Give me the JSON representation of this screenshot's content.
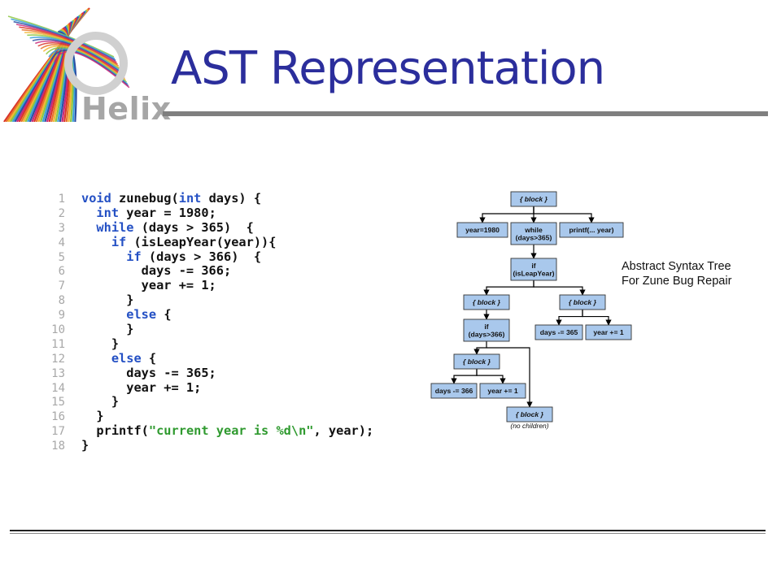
{
  "slide": {
    "title": "AST Representation",
    "logo_text": "Helix"
  },
  "code": {
    "lines": [
      {
        "num": "1",
        "text": "void zunebug(int days) {"
      },
      {
        "num": "2",
        "text": "  int year = 1980;"
      },
      {
        "num": "3",
        "text": "  while (days > 365)  {"
      },
      {
        "num": "4",
        "text": "    if (isLeapYear(year)){"
      },
      {
        "num": "5",
        "text": "      if (days > 366)  {"
      },
      {
        "num": "6",
        "text": "        days -= 366;"
      },
      {
        "num": "7",
        "text": "        year += 1;"
      },
      {
        "num": "8",
        "text": "      }"
      },
      {
        "num": "9",
        "text": "      else {"
      },
      {
        "num": "10",
        "text": "      }"
      },
      {
        "num": "11",
        "text": "    }"
      },
      {
        "num": "12",
        "text": "    else {"
      },
      {
        "num": "13",
        "text": "      days -= 365;"
      },
      {
        "num": "14",
        "text": "      year += 1;"
      },
      {
        "num": "15",
        "text": "    }"
      },
      {
        "num": "16",
        "text": "  }"
      },
      {
        "num": "17",
        "text": "  printf(\"current year is %d\\n\", year);"
      },
      {
        "num": "18",
        "text": "}"
      }
    ],
    "keywords": [
      "void",
      "int",
      "while",
      "if",
      "else"
    ]
  },
  "ast": {
    "caption_line1": "Abstract Syntax Tree",
    "caption_line2": "For Zune Bug Repair",
    "no_children_label": "(no children)",
    "nodes": [
      {
        "id": "block-root",
        "lines": [
          "{ block }"
        ],
        "italic": true
      },
      {
        "id": "year-1980",
        "lines": [
          "year=1980"
        ],
        "italic": false
      },
      {
        "id": "while",
        "lines": [
          "while",
          "(days>365)"
        ],
        "italic": false
      },
      {
        "id": "printf",
        "lines": [
          "printf(... year)"
        ],
        "italic": false
      },
      {
        "id": "if-leap",
        "lines": [
          "if",
          "(isLeapYear)"
        ],
        "italic": false
      },
      {
        "id": "block-then",
        "lines": [
          "{ block }"
        ],
        "italic": true
      },
      {
        "id": "block-else",
        "lines": [
          "{ block }"
        ],
        "italic": true
      },
      {
        "id": "days-365",
        "lines": [
          "days -= 365"
        ],
        "italic": false
      },
      {
        "id": "year-inc-a",
        "lines": [
          "year += 1"
        ],
        "italic": false
      },
      {
        "id": "if-days",
        "lines": [
          "if",
          "(days>366)"
        ],
        "italic": false
      },
      {
        "id": "block-inner",
        "lines": [
          "{ block }"
        ],
        "italic": true
      },
      {
        "id": "days-366",
        "lines": [
          "days -= 366"
        ],
        "italic": false
      },
      {
        "id": "year-inc-b",
        "lines": [
          "year += 1"
        ],
        "italic": false
      },
      {
        "id": "block-empty",
        "lines": [
          "{ block }"
        ],
        "italic": true
      }
    ],
    "edges": [
      [
        "block-root",
        "year-1980"
      ],
      [
        "block-root",
        "while"
      ],
      [
        "block-root",
        "printf"
      ],
      [
        "while",
        "if-leap"
      ],
      [
        "if-leap",
        "block-then"
      ],
      [
        "if-leap",
        "block-else"
      ],
      [
        "block-else",
        "days-365"
      ],
      [
        "block-else",
        "year-inc-a"
      ],
      [
        "block-then",
        "if-days"
      ],
      [
        "if-days",
        "block-inner"
      ],
      [
        "if-days",
        "block-empty"
      ],
      [
        "block-inner",
        "days-366"
      ],
      [
        "block-inner",
        "year-inc-b"
      ]
    ],
    "colors": {
      "node_fill": "#a9c8ec",
      "node_stroke": "#333333",
      "edge": "#000000"
    }
  },
  "colors": {
    "title": "#2b2e9c",
    "keyword": "#2450c4",
    "string": "#2f9a2f"
  }
}
